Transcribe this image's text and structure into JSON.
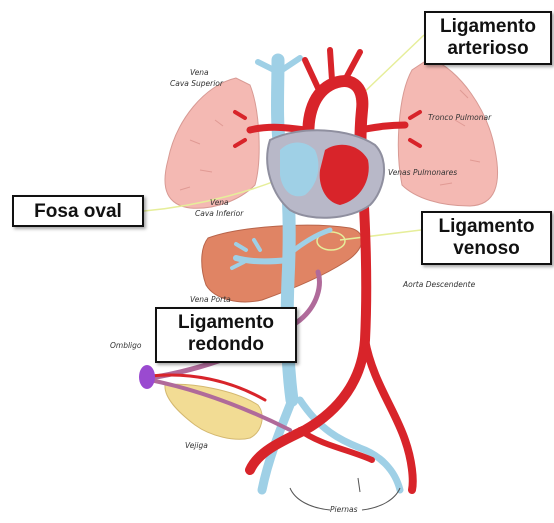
{
  "callouts": {
    "ligamento_arterioso": [
      "Ligamento",
      "arterioso"
    ],
    "fosa_oval": "Fosa oval",
    "ligamento_venoso": [
      "Ligamento",
      "venoso"
    ],
    "ligamento_redondo": [
      "Ligamento",
      "redondo"
    ]
  },
  "labels": {
    "vena_cava_superior": [
      "Vena",
      "Cava Superior"
    ],
    "tronco_pulmonar": "Tronco Pulmonar",
    "venas_pulmonares": "Venas Pulmonares",
    "vena_cava_inferior": [
      "Vena",
      "Cava Inferior"
    ],
    "aorta_descendente": "Aorta Descendente",
    "vena_porta": "Vena Porta",
    "ombligo": "Ombligo",
    "vejiga": "Vejiga",
    "piernas": "Piernas"
  },
  "colors": {
    "artery": "#d8242a",
    "vein": "#9fd0e6",
    "lung": "#f4b9b3",
    "liver": "#e08464",
    "heart_wall": "#b8b8c8",
    "ligament": "#b06a9a",
    "umbilicus": "#9a4ad0",
    "bladder": "#f2dc94",
    "leader_line": "#e6ee9a"
  }
}
